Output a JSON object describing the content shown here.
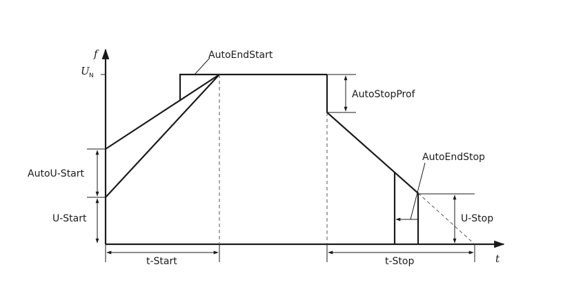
{
  "axes": {
    "y_label": "f",
    "x_label": "t",
    "un_main": "U",
    "un_sub": "N"
  },
  "labels": {
    "auto_end_start": "AutoEndStart",
    "auto_stop_prof": "AutoStopProf",
    "auto_end_stop": "AutoEndStop",
    "auto_u_start": "AutoU-Start",
    "u_start": "U-Start",
    "u_stop": "U-Stop",
    "t_start": "t-Start",
    "t_stop": "t-Stop"
  },
  "colors": {
    "ink": "#1a1a1a",
    "dash": "#555555"
  }
}
